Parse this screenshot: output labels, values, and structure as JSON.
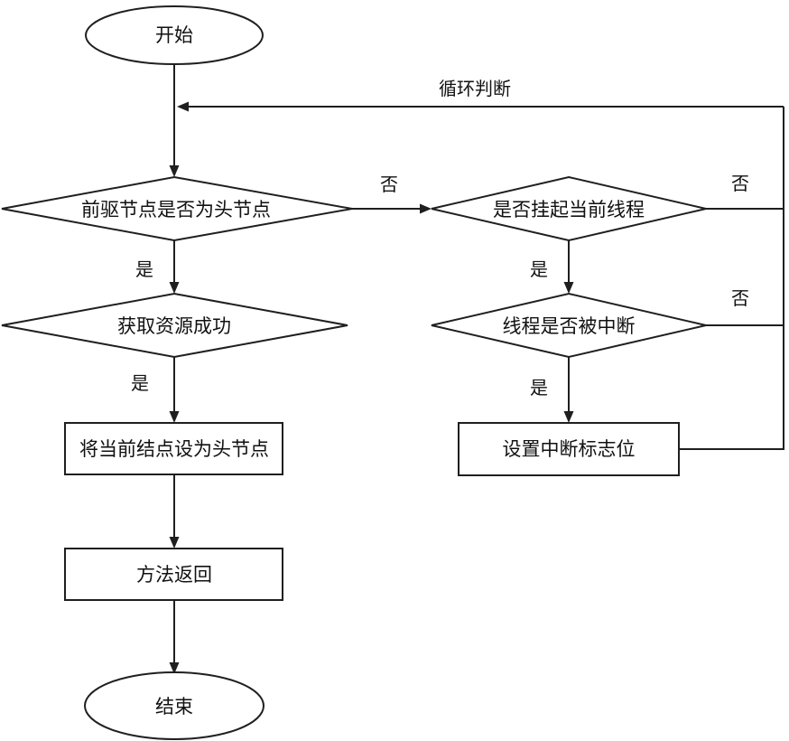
{
  "meta": {
    "bg_color": "#ffffff",
    "line_color": "#1f1f1f",
    "text_color": "#111111",
    "diagram_type": "flowchart"
  },
  "nodes": {
    "start": {
      "shape": "ellipse",
      "label": "开始"
    },
    "pred_is_head": {
      "shape": "diamond",
      "label": "前驱节点是否为头节点"
    },
    "park_current_thread": {
      "shape": "diamond",
      "label": "是否挂起当前线程"
    },
    "acquire_success": {
      "shape": "diamond",
      "label": "获取资源成功"
    },
    "thread_interrupted": {
      "shape": "diamond",
      "label": "线程是否被中断"
    },
    "set_current_as_head": {
      "shape": "rect",
      "label": "将当前结点设为头节点"
    },
    "set_interrupt_flag": {
      "shape": "rect",
      "label": "设置中断标志位"
    },
    "method_return": {
      "shape": "rect",
      "label": "方法返回"
    },
    "end": {
      "shape": "ellipse",
      "label": "结束"
    }
  },
  "edge_labels": {
    "loop": "循环判断",
    "pred_is_head_no": "否",
    "pred_is_head_yes": "是",
    "park_yes": "是",
    "park_no": "否",
    "interrupted_yes": "是",
    "interrupted_no": "否",
    "acquire_yes": "是"
  }
}
